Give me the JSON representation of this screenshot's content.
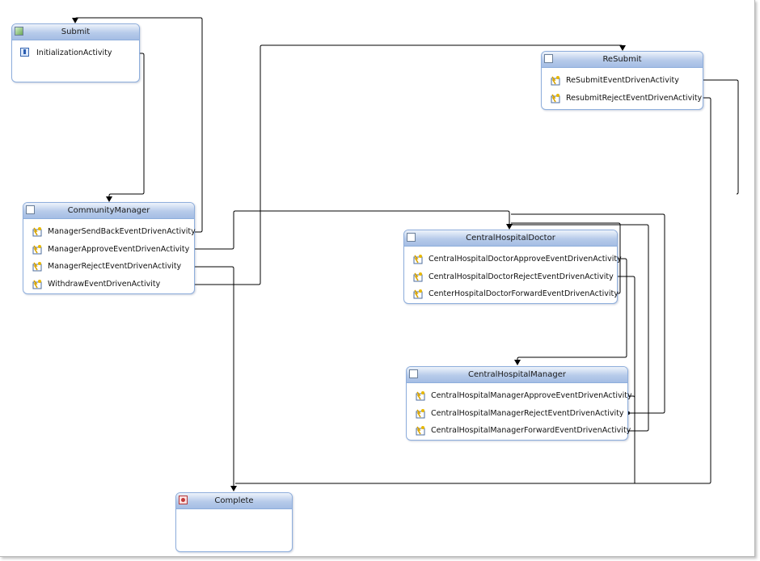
{
  "states": {
    "submit": {
      "title": "Submit",
      "icon": "initial-state-icon",
      "activities": [
        "InitializationActivity"
      ]
    },
    "resubmit": {
      "title": "ReSubmit",
      "icon": "state-icon",
      "activities": [
        "ReSubmitEventDrivenActivity",
        "ResubmitRejectEventDrivenActivity"
      ]
    },
    "community_manager": {
      "title": "CommunityManager",
      "icon": "state-icon",
      "activities": [
        "ManagerSendBackEventDrivenActivity",
        "ManagerApproveEventDrivenActivity",
        "ManagerRejectEventDrivenActivity",
        "WithdrawEventDrivenActivity"
      ]
    },
    "central_hospital_doctor": {
      "title": "CentralHospitalDoctor",
      "icon": "state-icon",
      "activities": [
        "CentralHospitalDoctorApproveEventDrivenActivity",
        "CentralHospitalDoctorRejectEventDrivenActivity",
        "CenterHospitalDoctorForwardEventDrivenActivity"
      ]
    },
    "central_hospital_manager": {
      "title": "CentralHospitalManager",
      "icon": "state-icon",
      "activities": [
        "CentralHospitalManagerApproveEventDrivenActivity",
        "CentralHospitalManagerRejectEventDrivenActivity",
        "CentralHospitalManagerForwardEventDrivenActivity"
      ]
    },
    "complete": {
      "title": "Complete",
      "icon": "final-state-icon",
      "activities": []
    }
  },
  "colors": {
    "connector": "#000000",
    "state_border": "#8eaedc",
    "header_gradient_top": "#eef3fb",
    "header_gradient_bottom": "#a4bde4"
  }
}
